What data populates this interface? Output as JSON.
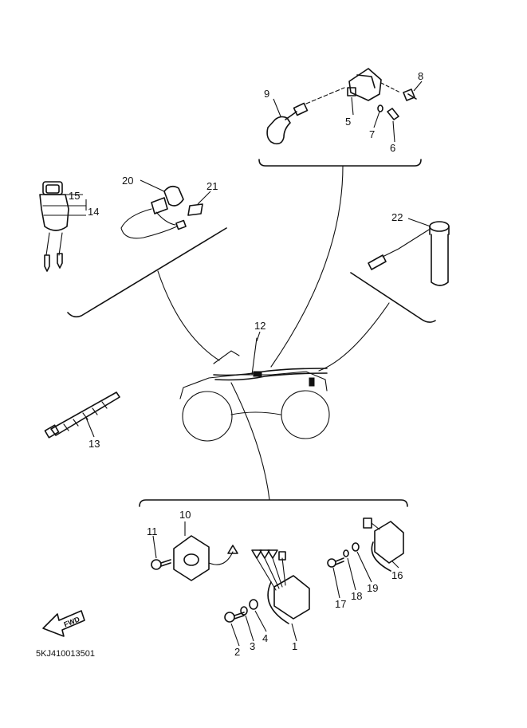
{
  "labels": {
    "p1": "1",
    "p2": "2",
    "p3": "3",
    "p4": "4",
    "p5": "5",
    "p6": "6",
    "p7": "7",
    "p8": "8",
    "p9": "9",
    "p10": "10",
    "p11": "11",
    "p12": "12",
    "p13": "13",
    "p14": "14",
    "p15": "15",
    "p16": "16",
    "p17": "17",
    "p18": "18",
    "p19": "19",
    "p20": "20",
    "p21": "21",
    "p22": "22"
  },
  "forward_arrow_text": "FWD",
  "diagram_code": "5KJ410013501"
}
